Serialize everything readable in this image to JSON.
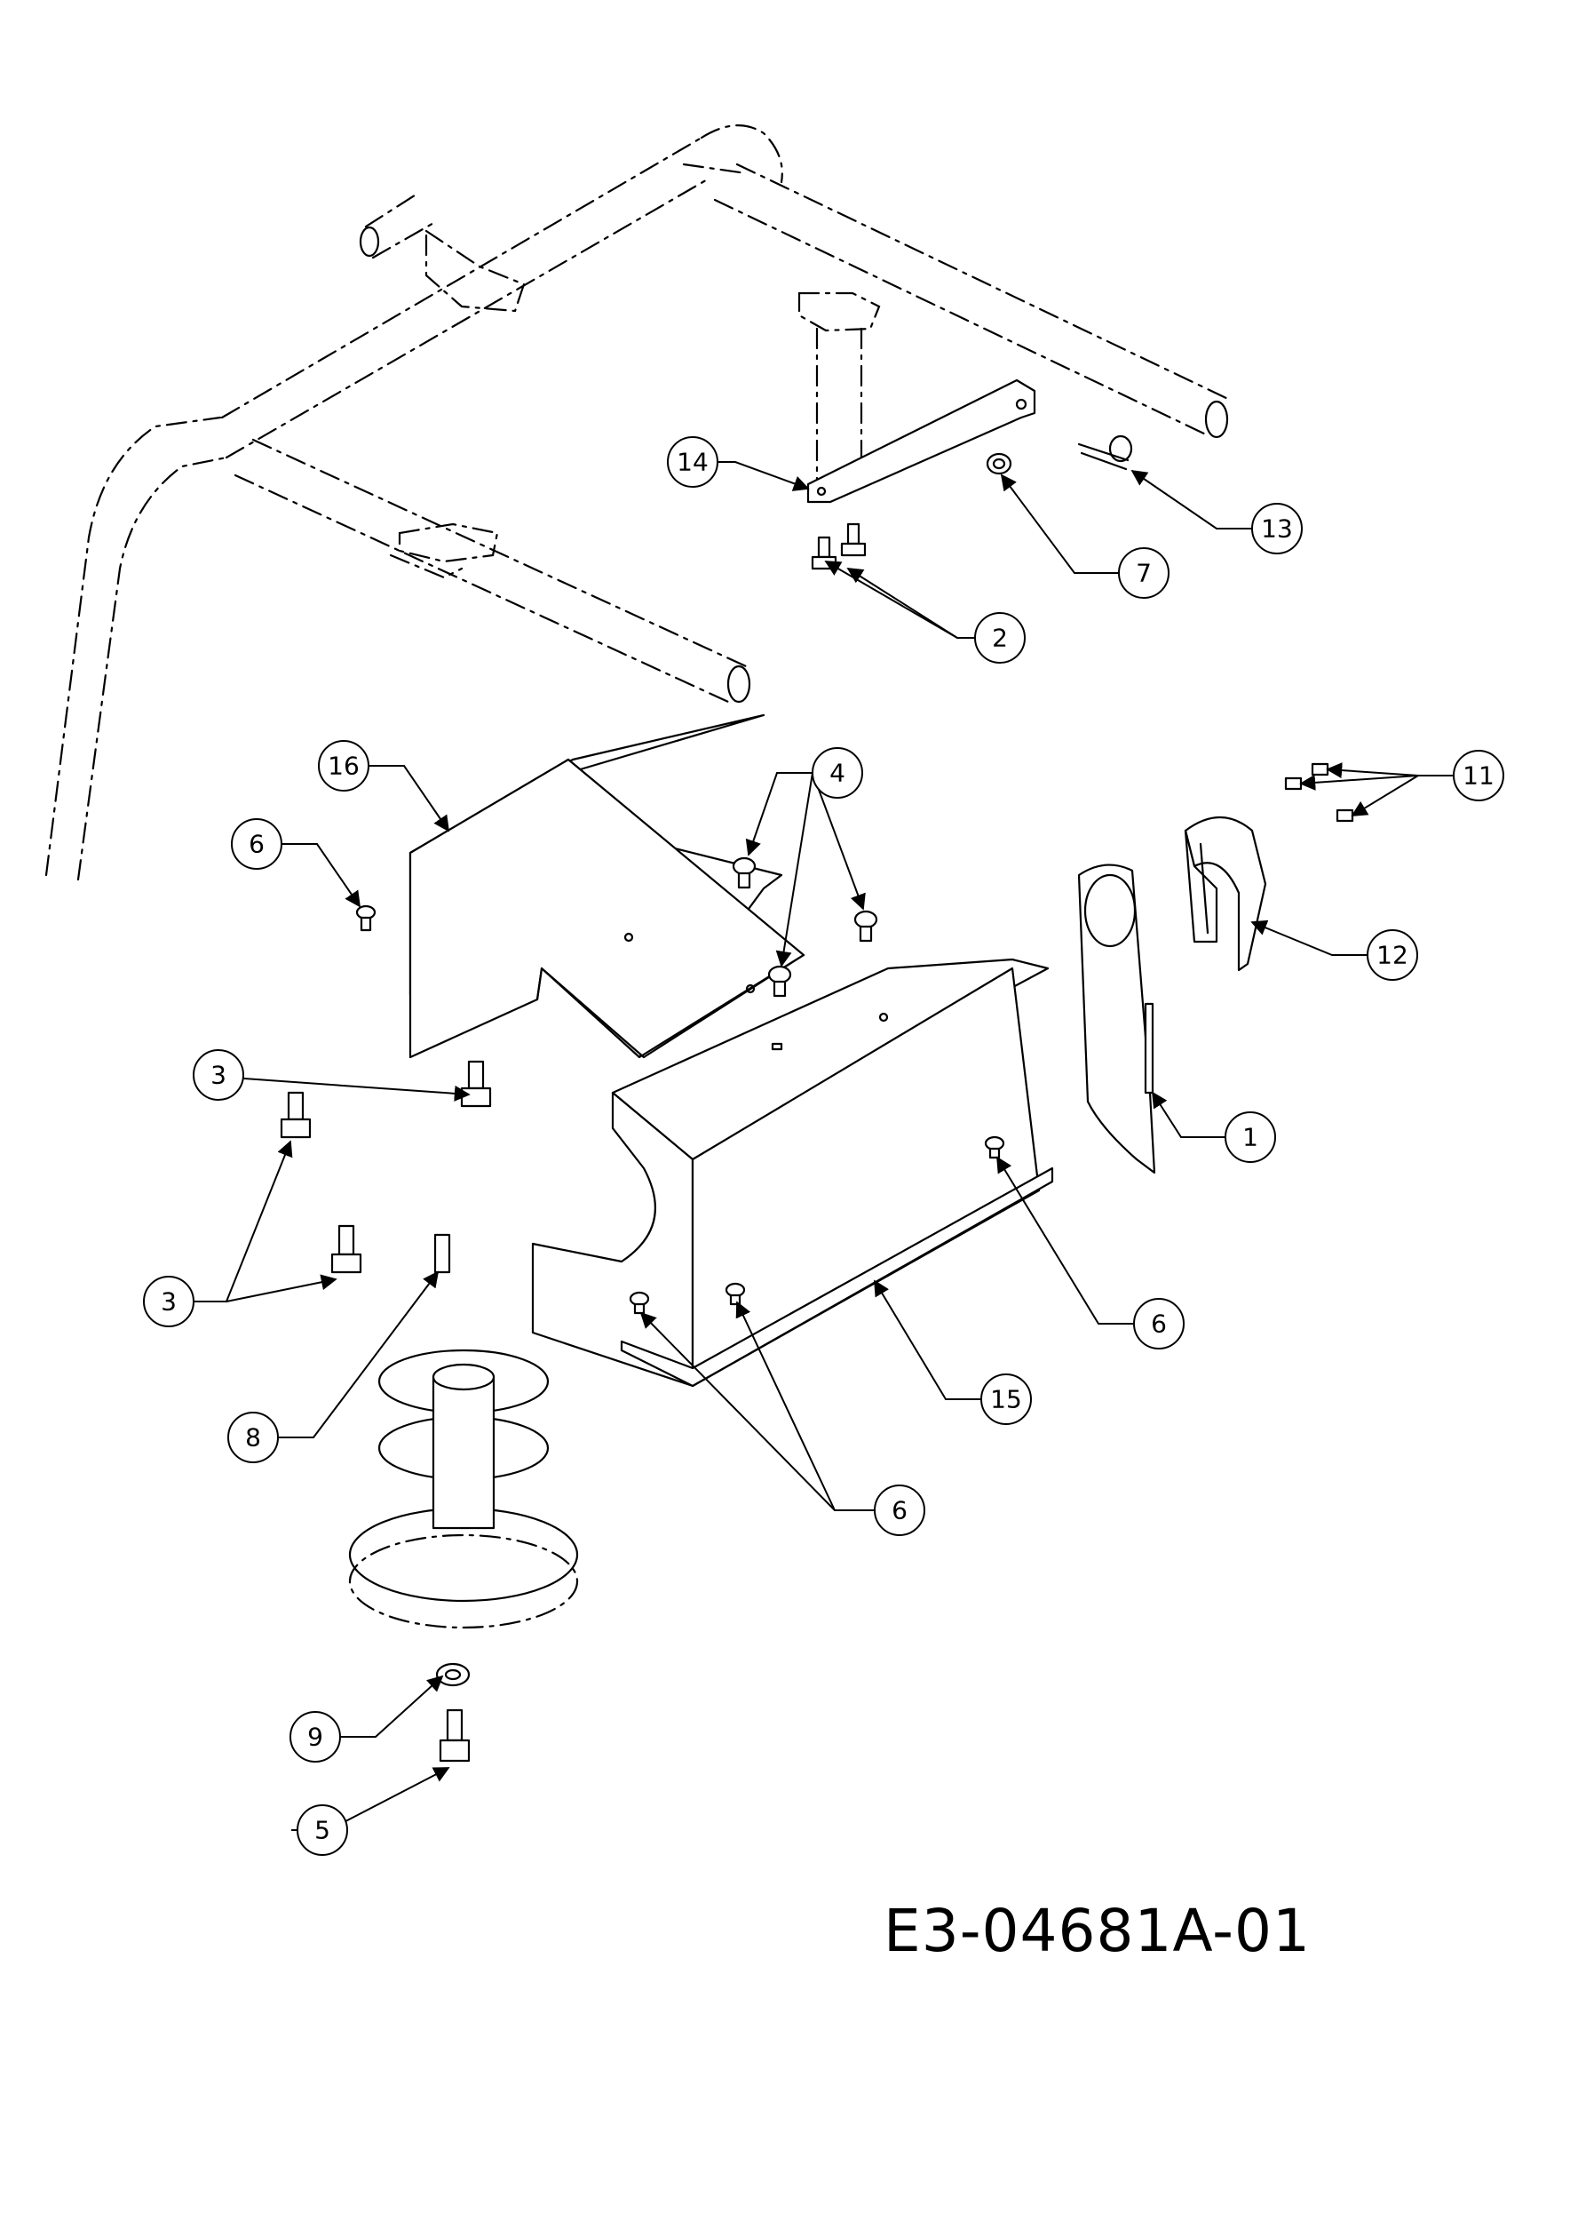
{
  "drawing_id": "E3-04681A-01",
  "callouts": {
    "c1": "1",
    "c2": "2",
    "c3a": "3",
    "c3b": "3",
    "c4": "4",
    "c5": "5",
    "c6a": "6",
    "c6b": "6",
    "c6c": "6",
    "c7": "7",
    "c8": "8",
    "c9": "9",
    "c11": "11",
    "c12": "12",
    "c13": "13",
    "c14": "14",
    "c15": "15",
    "c16": "16"
  }
}
